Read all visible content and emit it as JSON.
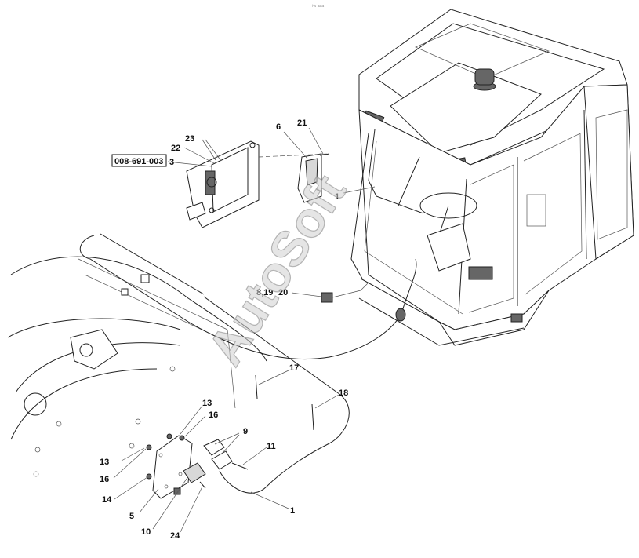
{
  "header_mark": "№ ааа",
  "part_number": "008-691-003",
  "callouts": [
    {
      "id": "c1a",
      "text": "1"
    },
    {
      "id": "c1b",
      "text": "1"
    },
    {
      "id": "c3",
      "text": "3"
    },
    {
      "id": "c5",
      "text": "5"
    },
    {
      "id": "c6",
      "text": "6"
    },
    {
      "id": "c9",
      "text": "9"
    },
    {
      "id": "c10",
      "text": "10"
    },
    {
      "id": "c11",
      "text": "11"
    },
    {
      "id": "c13a",
      "text": "13"
    },
    {
      "id": "c13b",
      "text": "13"
    },
    {
      "id": "c14",
      "text": "14"
    },
    {
      "id": "c16a",
      "text": "16"
    },
    {
      "id": "c16b",
      "text": "16"
    },
    {
      "id": "c17",
      "text": "17"
    },
    {
      "id": "c18",
      "text": "18"
    },
    {
      "id": "c20",
      "text": "20"
    },
    {
      "id": "c819",
      "text": "8,19"
    },
    {
      "id": "c21",
      "text": "21"
    },
    {
      "id": "c22",
      "text": "22"
    },
    {
      "id": "c23",
      "text": "23"
    },
    {
      "id": "c24",
      "text": "24"
    }
  ],
  "watermark": "AutoSoft"
}
